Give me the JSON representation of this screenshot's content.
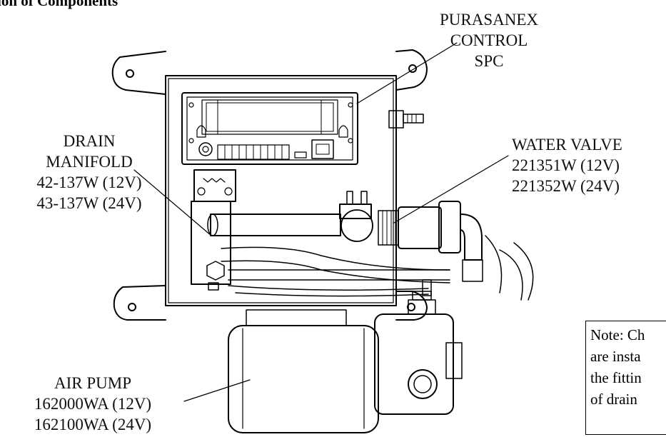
{
  "title": "ion of Components",
  "labels": {
    "control": [
      "PURASANEX",
      "CONTROL",
      "SPC"
    ],
    "drain_manifold": [
      "DRAIN",
      "MANIFOLD",
      "42-137W (12V)",
      "43-137W (24V)"
    ],
    "water_valve": [
      "WATER VALVE",
      "221351W (12V)",
      "221352W (24V)"
    ],
    "air_pump": [
      "AIR PUMP",
      "162000WA (12V)",
      "162100WA (24V)"
    ]
  },
  "note": [
    "Note: Ch",
    "are insta",
    "the fittin",
    "of drain"
  ]
}
